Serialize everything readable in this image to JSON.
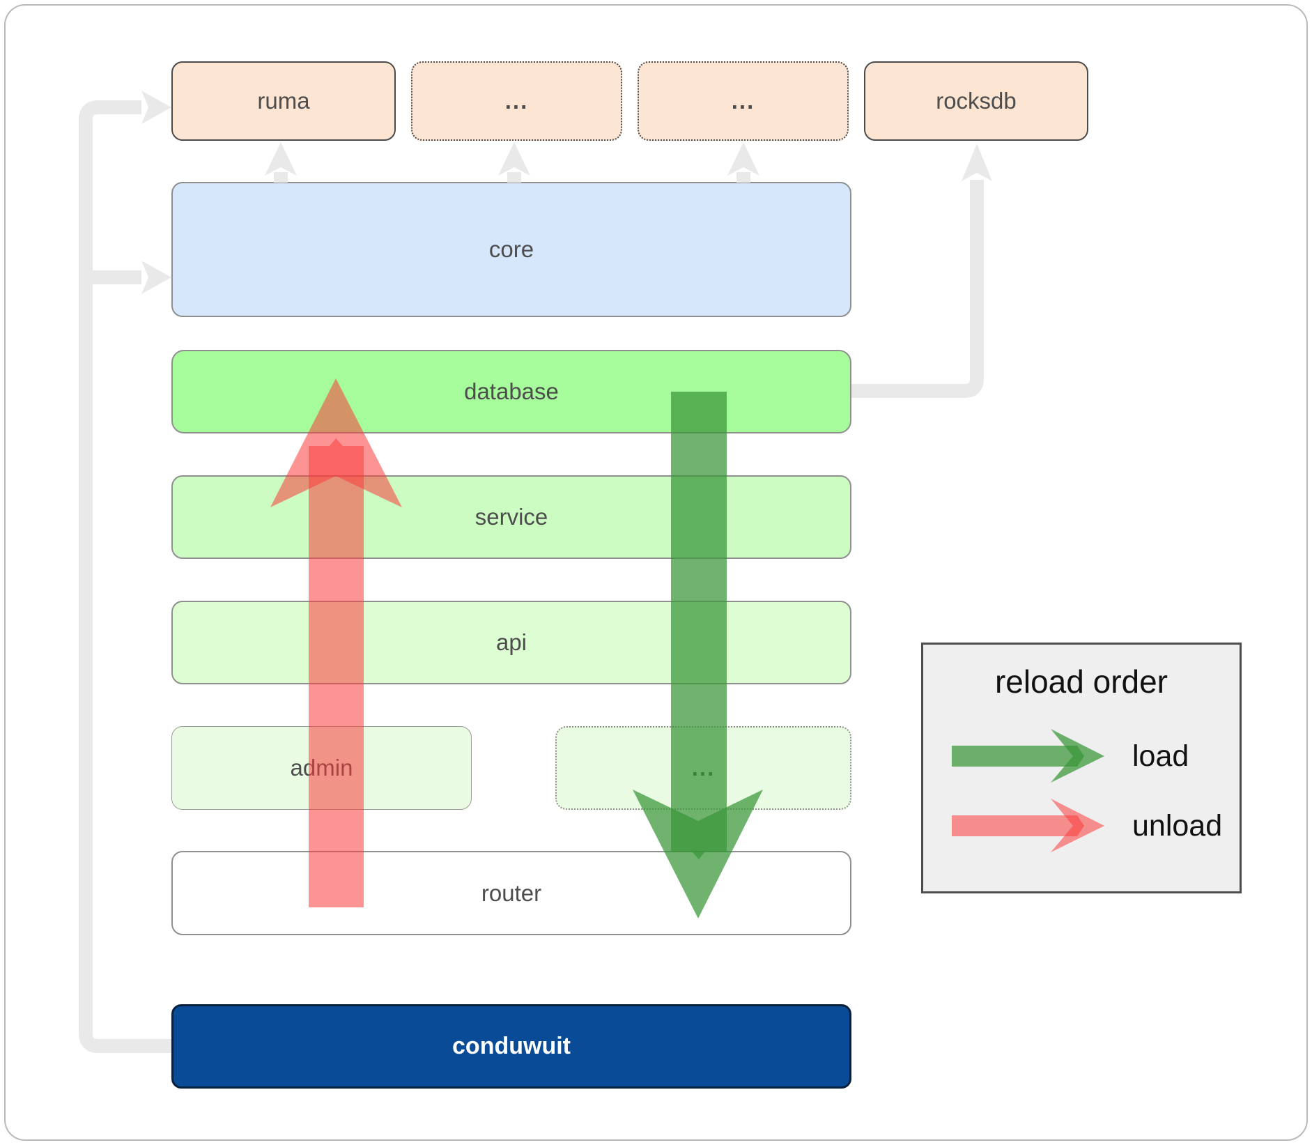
{
  "diagram": {
    "boxes": {
      "ruma": {
        "label": "ruma"
      },
      "module_more_1": {
        "label": "..."
      },
      "module_more_2": {
        "label": "..."
      },
      "rocksdb": {
        "label": "rocksdb"
      },
      "core": {
        "label": "core"
      },
      "database": {
        "label": "database"
      },
      "service": {
        "label": "service"
      },
      "api": {
        "label": "api"
      },
      "admin": {
        "label": "admin"
      },
      "admin_more": {
        "label": "..."
      },
      "router": {
        "label": "router"
      },
      "conduwuit": {
        "label": "conduwuit"
      }
    },
    "arrows": {
      "load_direction": "database down to router",
      "unload_direction": "router up to database",
      "gray_connectors": [
        "conduwuit to ruma",
        "conduwuit to core",
        "core to ruma",
        "core to module_more_1",
        "core to module_more_2",
        "database to rocksdb"
      ]
    }
  },
  "legend": {
    "title": "reload order",
    "items": [
      {
        "label": "load"
      },
      {
        "label": "unload"
      }
    ]
  },
  "colors": {
    "connector_gray": "#e9e9e9",
    "load_arrow_green": "rgba(56,150,56,0.72)",
    "unload_arrow_red": "rgba(250,60,60,0.55)",
    "module_peach": "#fce5d2",
    "core_blue": "#d6e7fb",
    "database_green": "#a6fc9b",
    "service_green": "#cdfcc2",
    "api_green": "#ddfdd3",
    "admin_green": "#e9fce3",
    "conduwuit_blue": "#094b96",
    "legend_bg": "#efefef",
    "label_gray": "#4d4d4d"
  }
}
